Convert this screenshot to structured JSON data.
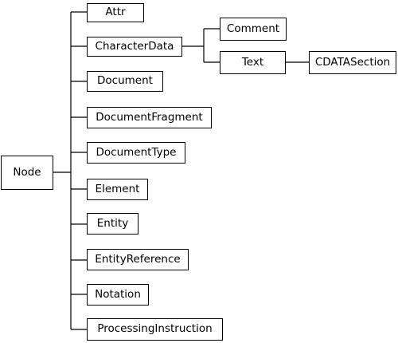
{
  "diagram": {
    "root": "Node",
    "children": [
      "Attr",
      "CharacterData",
      "Document",
      "DocumentFragment",
      "DocumentType",
      "Element",
      "Entity",
      "EntityReference",
      "Notation",
      "ProcessingInstruction"
    ],
    "characterdata_children": [
      "Comment",
      "Text"
    ],
    "text_children": [
      "CDATASection"
    ]
  }
}
